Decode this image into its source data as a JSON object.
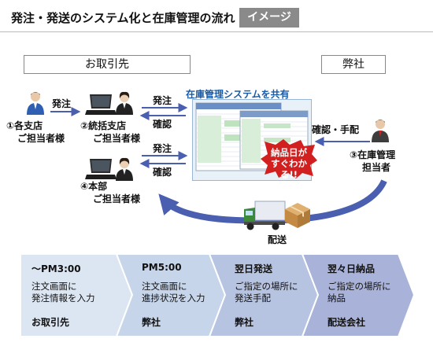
{
  "header": {
    "title": "発注・発送のシステム化と在庫管理の流れ",
    "badge": "イメージ"
  },
  "parties": {
    "client": "お取引先",
    "us": "弊社"
  },
  "actors": {
    "branch": {
      "line1": "①各支店",
      "line2": "ご担当者様"
    },
    "central_branch": {
      "line1": "②統括支店",
      "line2": "ご担当者様"
    },
    "hq": {
      "line1": "④本部",
      "line2": "ご担当者様"
    },
    "manager": {
      "line1": "③在庫管理",
      "line2": "担当者"
    }
  },
  "arrows": {
    "order1": "発注",
    "order2": "発注",
    "confirm2": "確認",
    "order3": "発注",
    "confirm3": "確認",
    "confirm_arrange": "確認・手配",
    "delivery": "配送"
  },
  "system": {
    "title": "在庫管理システムを共有",
    "callout_line1": "納品日が",
    "callout_line2": "すぐわかる!!"
  },
  "steps": [
    {
      "heading": "～PM3:00",
      "desc1": "注文画面に",
      "desc2": "発注情報を入力",
      "who": "お取引先",
      "color": "#dce6f2"
    },
    {
      "heading": "PM5:00",
      "desc1": "注文画面に",
      "desc2": "進捗状況を入力",
      "who": "弊社",
      "color": "#c6d5ea"
    },
    {
      "heading": "翌日発送",
      "desc1": "ご指定の場所に",
      "desc2": "発送手配",
      "who": "弊社",
      "color": "#b6c3e1"
    },
    {
      "heading": "翌々日納品",
      "desc1": "ご指定の場所に",
      "desc2": "納品",
      "who": "配送会社",
      "color": "#a9b2d9"
    }
  ],
  "icons": {
    "person": "person-icon",
    "laptop": "laptop-icon",
    "screen": "spreadsheet-screenshot",
    "truck": "truck-icon",
    "box": "box-icon"
  },
  "colors": {
    "arrow_blue": "#4a5fb0",
    "system_title": "#1a5ba6",
    "callout_red": "#d21f1f"
  }
}
